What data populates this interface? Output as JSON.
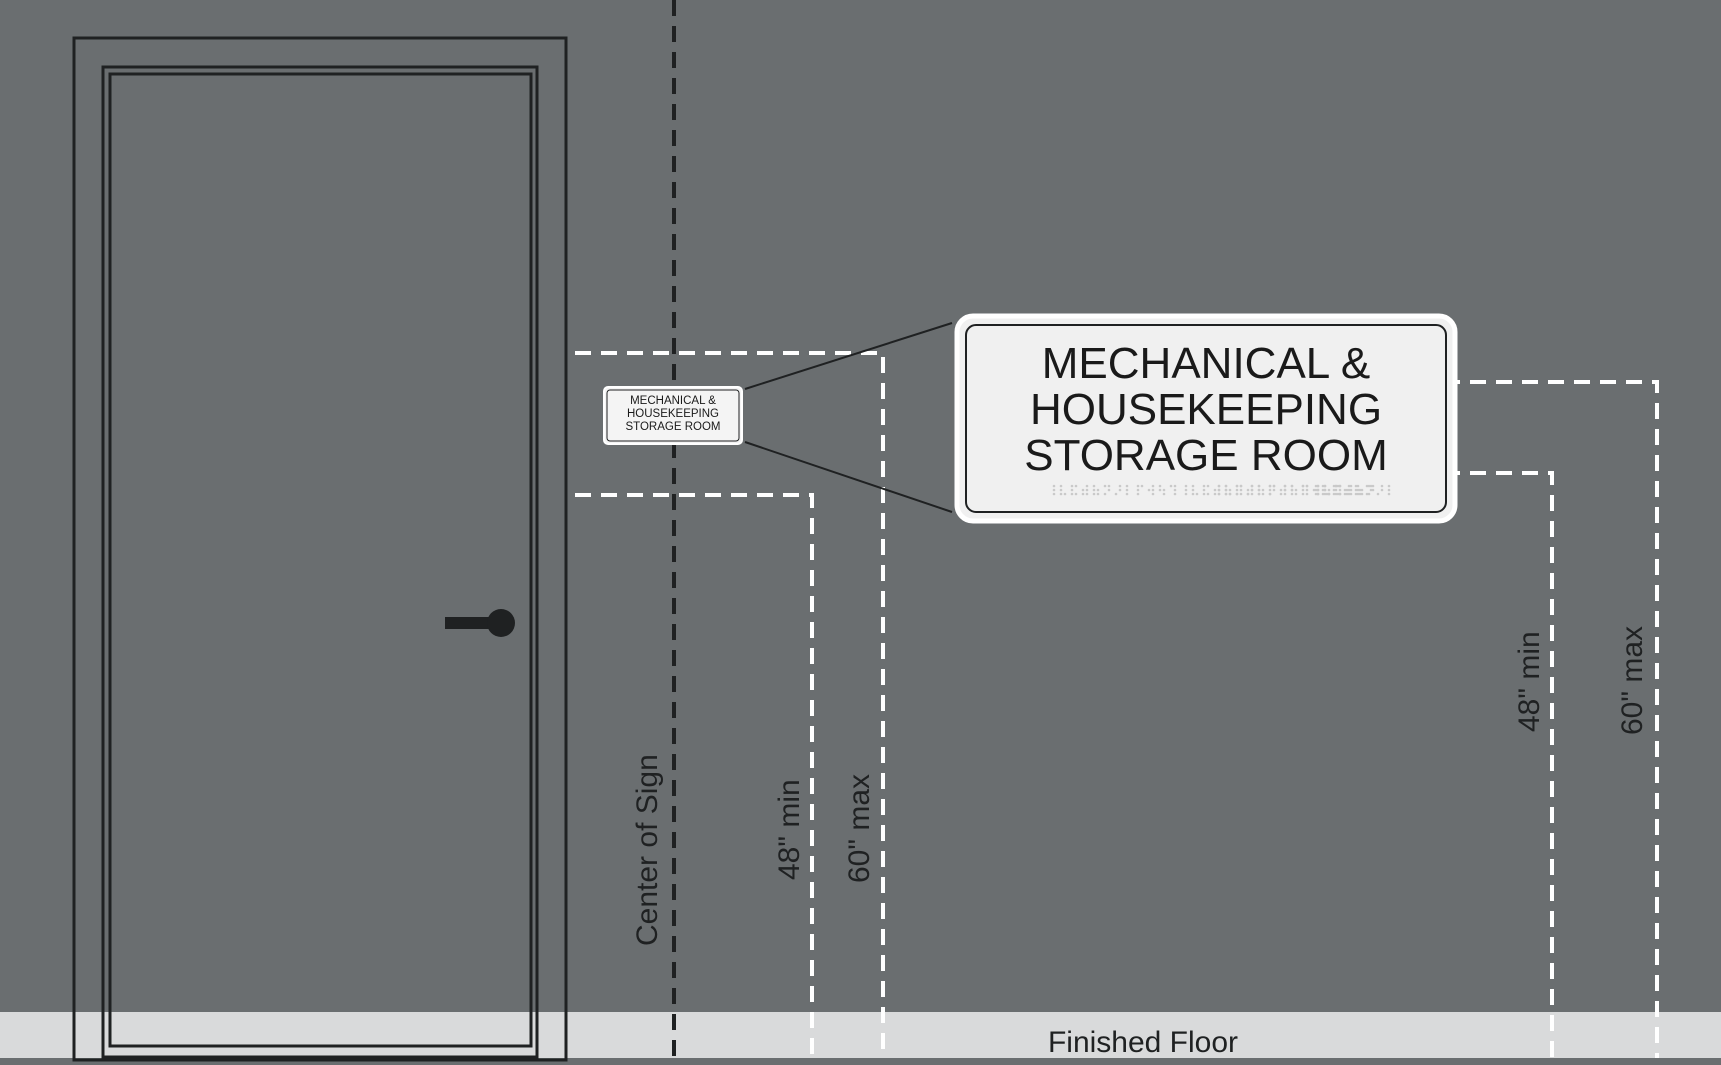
{
  "colors": {
    "wall": "#6a6e70",
    "floor": "#d9dadb",
    "outline": "#1f2122",
    "dash_white": "#ffffff",
    "dash_dark": "#1f2122",
    "sign_face": "#f0f0f0"
  },
  "sign_small": {
    "lines": [
      "MECHANICAL &",
      "HOUSEKEEPING",
      "STORAGE ROOM"
    ]
  },
  "sign_large": {
    "lines": [
      "MECHANICAL &",
      "HOUSEKEEPING",
      "STORAGE ROOM"
    ],
    "braille_feature": "braille-dots"
  },
  "labels": {
    "center_of_sign": "Center of Sign",
    "min_left": "48\" min",
    "max_left": "60\" max",
    "min_right": "48\" min",
    "max_right": "60\" max",
    "finished_floor": "Finished Floor"
  },
  "icons": {
    "door_handle": "door-lever-handle-icon"
  }
}
